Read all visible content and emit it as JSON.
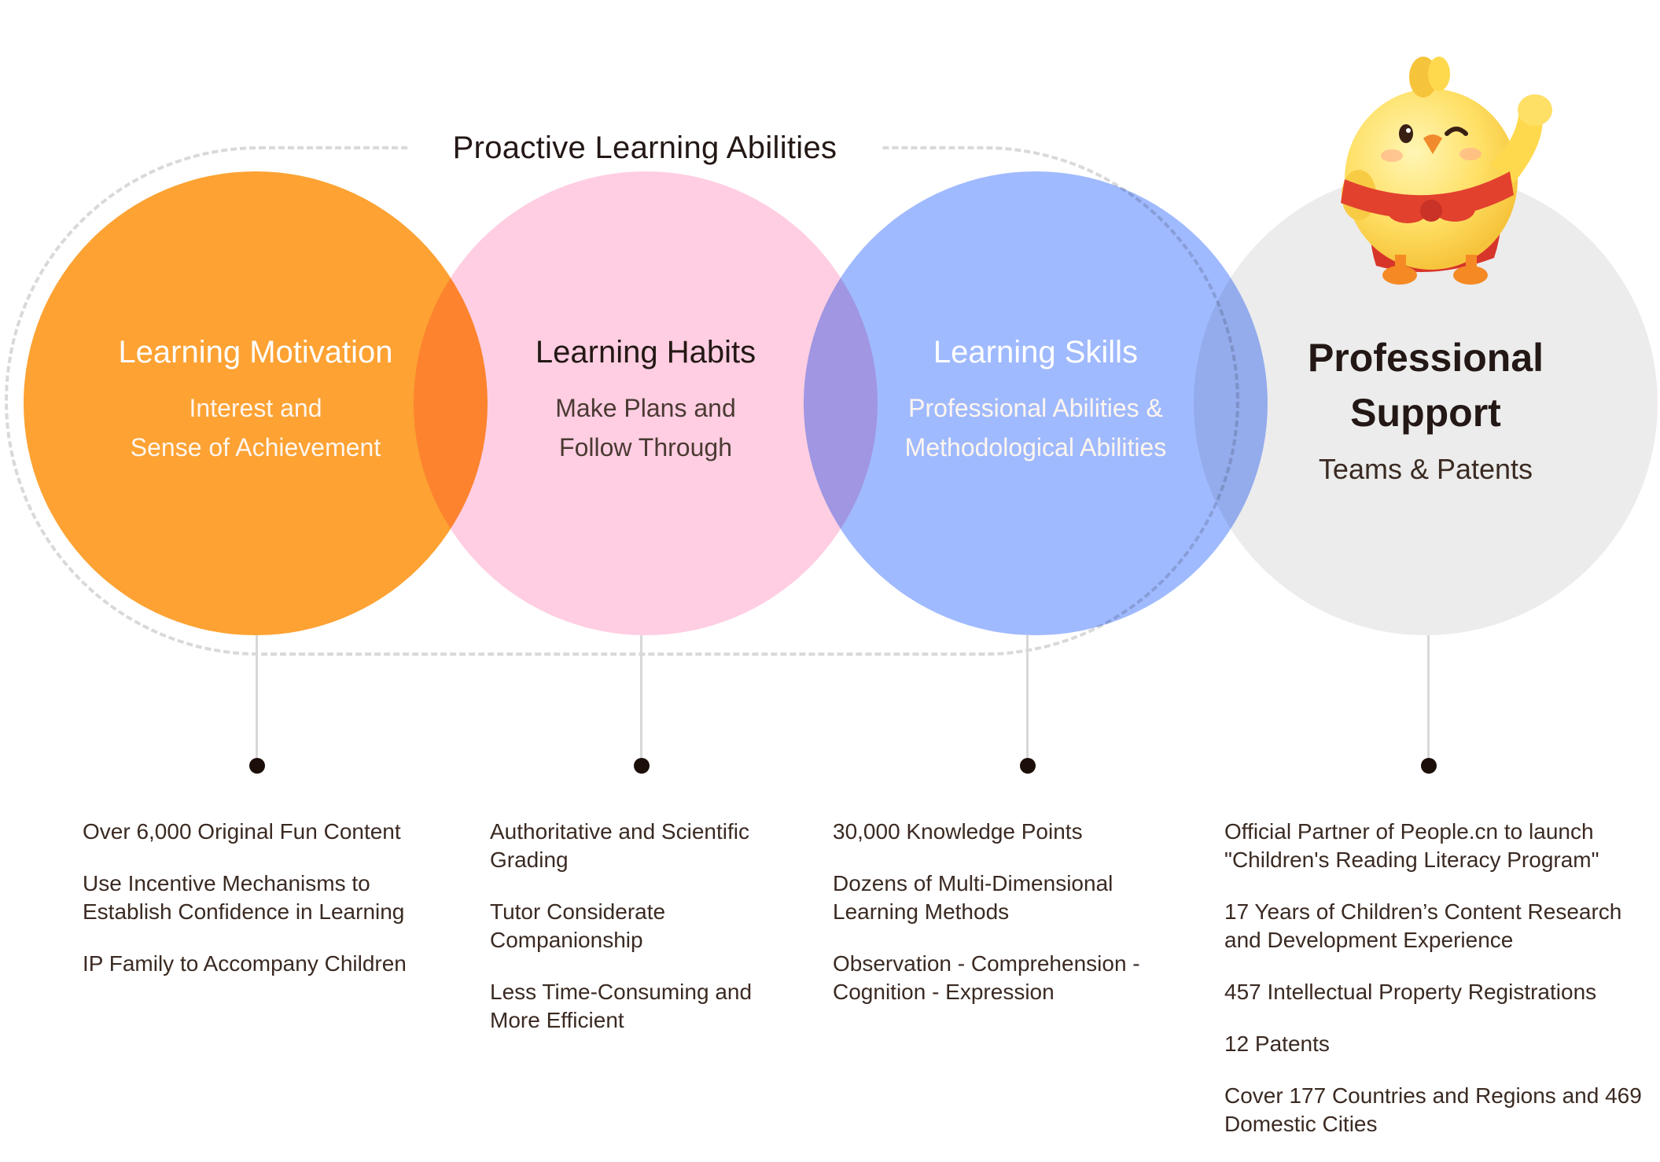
{
  "frame_title": "Proactive Learning Abilities",
  "circles": [
    {
      "title": "Learning Motivation",
      "subtitle_lines": [
        "Interest and",
        "Sense of Achievement"
      ],
      "color": "#fda233",
      "bullets": [
        "Over 6,000 Original Fun Content",
        "Use Incentive Mechanisms to Establish Confidence in Learning",
        "IP Family to Accompany Children"
      ]
    },
    {
      "title": "Learning Habits",
      "subtitle_lines": [
        "Make Plans and",
        "Follow Through"
      ],
      "color": "#ffcee2",
      "bullets": [
        "Authoritative and Scientific Grading",
        "Tutor Considerate Companionship",
        "Less Time-Consuming and More Efficient"
      ]
    },
    {
      "title": "Learning Skills",
      "subtitle_lines": [
        "Professional Abilities &",
        "Methodological Abilities"
      ],
      "color": "#a0baff",
      "bullets": [
        "30,000 Knowledge Points",
        "Dozens of Multi-Dimensional Learning Methods",
        "Observation - Comprehension - Cognition - Expression"
      ]
    },
    {
      "title_lines": [
        "Professional",
        "Support"
      ],
      "subtitle": "Teams & Patents",
      "color": "#ececec",
      "bullets": [
        "Official Partner of People.cn to launch \"Children's Reading Literacy Program\"",
        "17 Years of Children’s Content Research and Development Experience",
        "457 Intellectual Property Registrations",
        "12 Patents",
        "Cover 177 Countries and Regions and 469 Domestic Cities"
      ]
    }
  ],
  "mascot": {
    "icon": "chick-mascot-icon"
  }
}
